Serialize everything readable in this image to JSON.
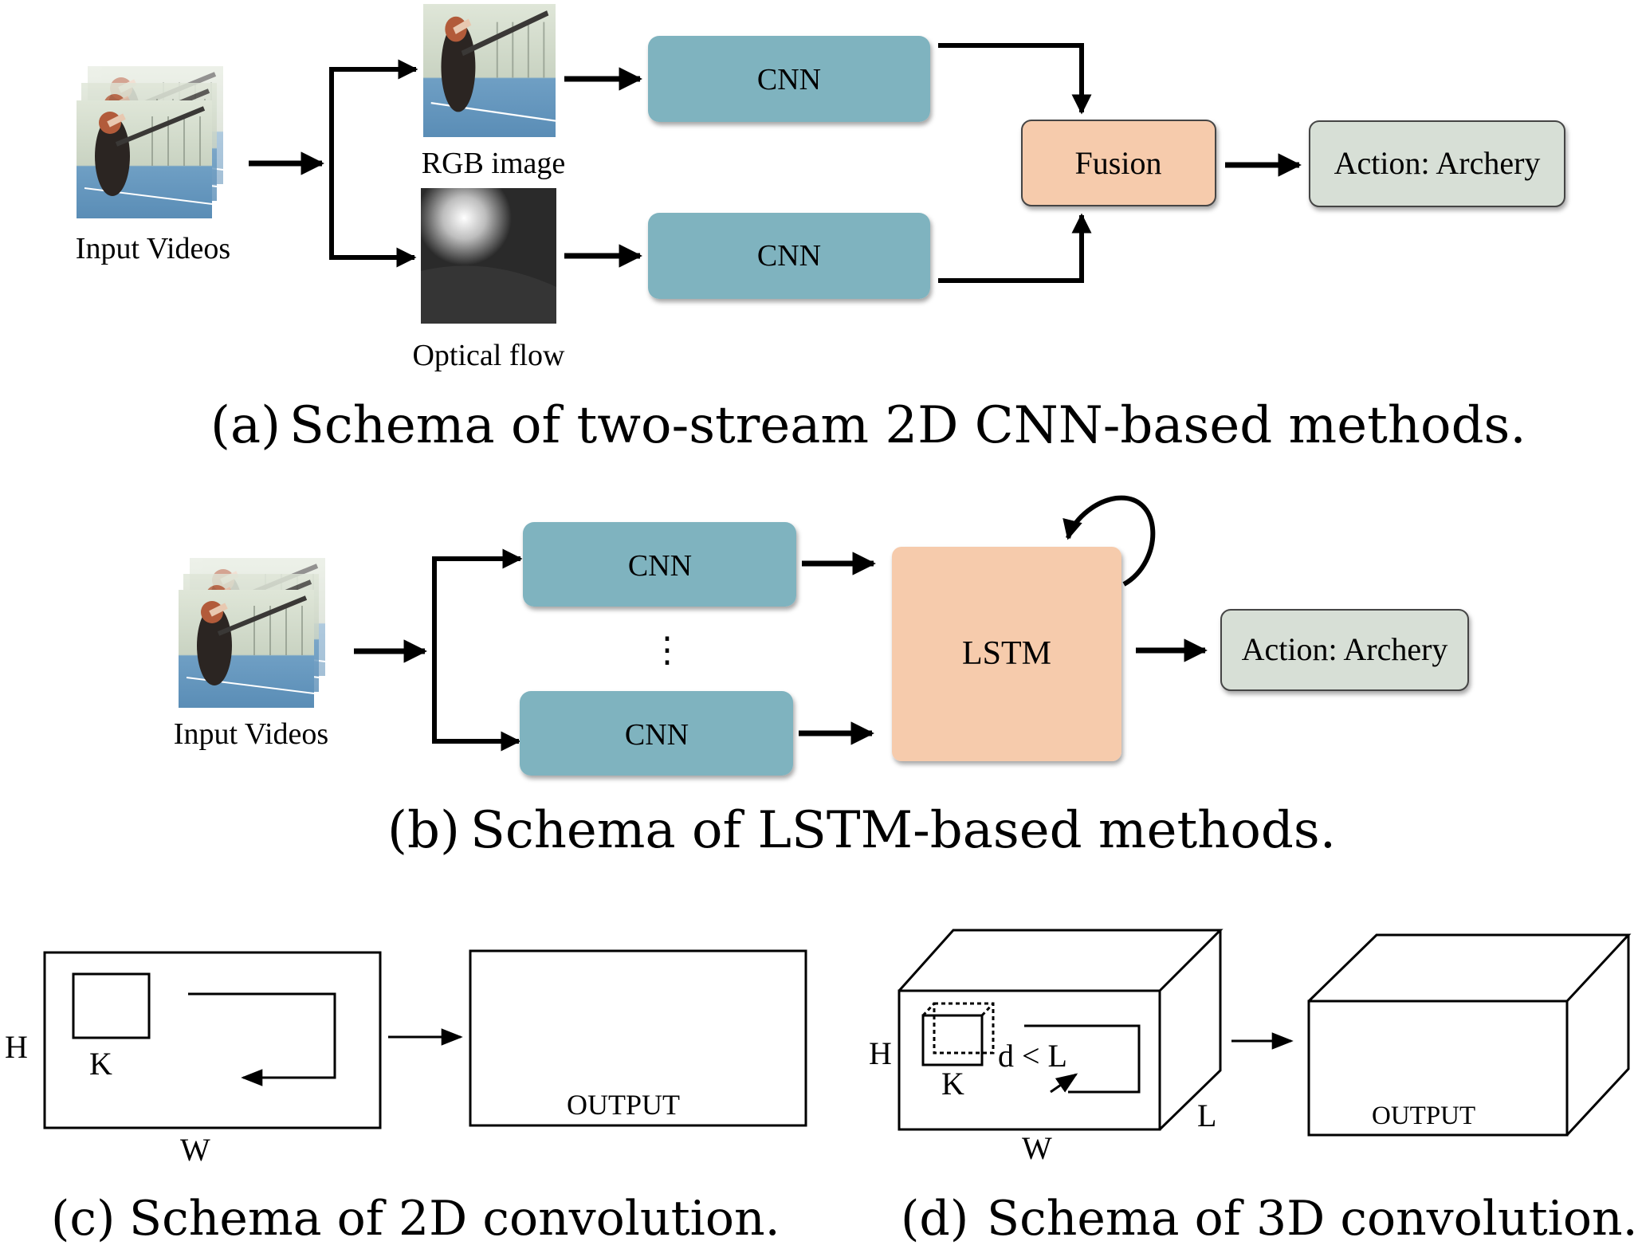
{
  "panel_a": {
    "input_label": "Input Videos",
    "rgb_label": "RGB image",
    "flow_label": "Optical flow",
    "cnn_top": "CNN",
    "cnn_bottom": "CNN",
    "fusion": "Fusion",
    "action": "Action: Archery",
    "caption_tag": "(a)",
    "caption_text": "Schema of two-stream 2D CNN-based methods."
  },
  "panel_b": {
    "input_label": "Input Videos",
    "cnn_top": "CNN",
    "cnn_bottom": "CNN",
    "ellipsis": "⋮",
    "lstm": "LSTM",
    "action": "Action: Archery",
    "caption_tag": "(b)",
    "caption_text": "Schema of LSTM-based methods."
  },
  "panel_c": {
    "h": "H",
    "k": "K",
    "w": "W",
    "output": "OUTPUT",
    "caption_tag": "(c)",
    "caption_text": "Schema of 2D convolution."
  },
  "panel_d": {
    "h": "H",
    "k": "K",
    "w": "W",
    "l": "L",
    "d_lt_l": "d < L",
    "output": "OUTPUT",
    "caption_tag": "(d)",
    "caption_text": "Schema of 3D convolution."
  },
  "colors": {
    "cnn": "#7fb3bf",
    "fusion": "#f6cbac",
    "action": "#d7dfd6",
    "arrow": "#000000"
  }
}
